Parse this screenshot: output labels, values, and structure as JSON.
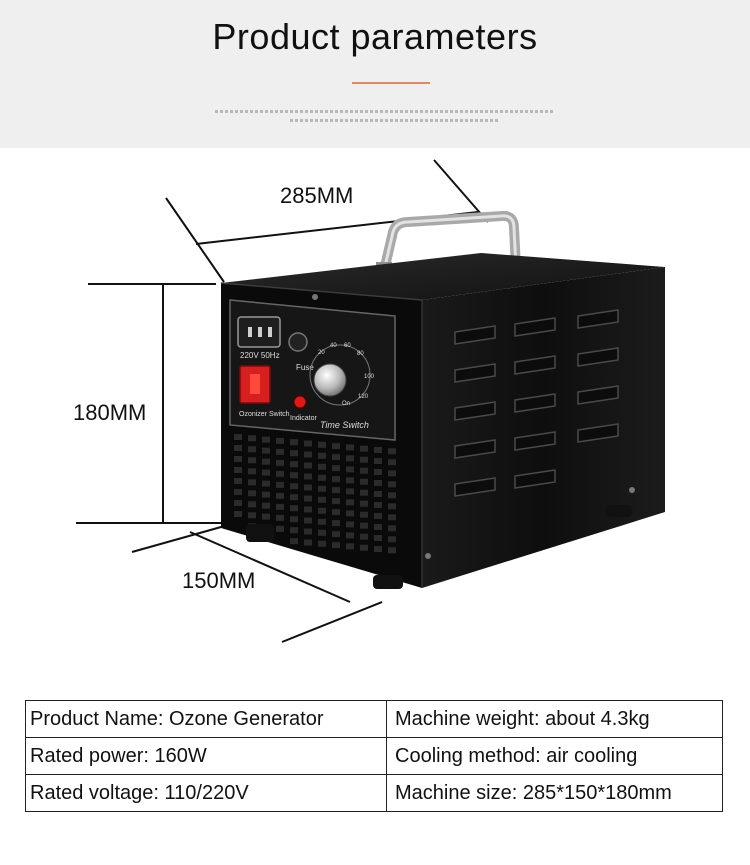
{
  "header": {
    "title": "Product parameters"
  },
  "dimensions": {
    "length": "285MM",
    "height": "180MM",
    "width": "150MM"
  },
  "device_labels": {
    "voltage": "220V 50Hz",
    "fuse": "Fuse",
    "ozonizer_switch": "Ozonizer Switch",
    "indicator": "Indicator",
    "time_switch": "Time Switch",
    "dial_ticks": [
      "20",
      "40",
      "60",
      "80",
      "100",
      "120",
      "On"
    ]
  },
  "specs": {
    "rows": [
      [
        "Product Name: Ozone Generator",
        "Machine weight: about 4.3kg"
      ],
      [
        "Rated power: 160W",
        "Cooling method: air cooling"
      ],
      [
        "Rated voltage: 110/220V",
        "Machine size: 285*150*180mm"
      ]
    ]
  }
}
